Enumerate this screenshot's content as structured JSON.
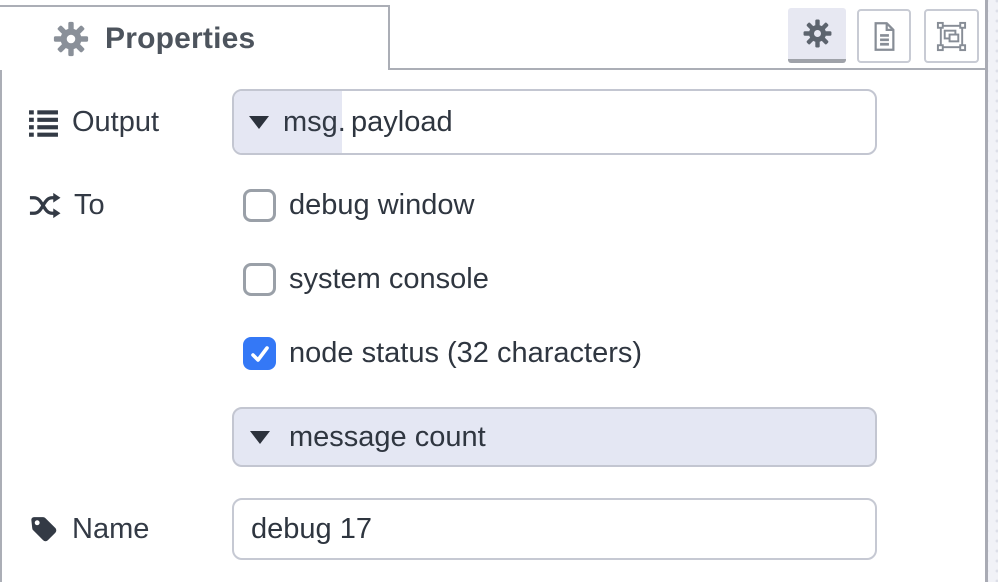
{
  "tab": {
    "label": "Properties",
    "icon": "gear-icon"
  },
  "toolbar": {
    "buttons": [
      {
        "name": "properties",
        "icon": "gear-icon",
        "selected": true
      },
      {
        "name": "description",
        "icon": "document-icon",
        "selected": false
      },
      {
        "name": "appearance",
        "icon": "appearance-icon",
        "selected": false
      }
    ]
  },
  "form": {
    "output": {
      "label": "Output",
      "icon": "list-icon",
      "typed_input": {
        "type_label": "msg.",
        "value": "payload"
      }
    },
    "to": {
      "label": "To",
      "icon": "shuffle-icon",
      "checkboxes": [
        {
          "label": "debug window",
          "checked": false
        },
        {
          "label": "system console",
          "checked": false
        },
        {
          "label": "node status (32 characters)",
          "checked": true
        }
      ],
      "status_select": {
        "value": "message count"
      }
    },
    "name": {
      "label": "Name",
      "icon": "tag-icon",
      "value": "debug 17"
    }
  },
  "colors": {
    "accent_blue": "#3478f6",
    "lavender": "#e5e7f3",
    "field_border": "#c3c6d1",
    "tab_border": "#abaeb6",
    "text": "#333a45",
    "icon_gray": "#878d96"
  }
}
